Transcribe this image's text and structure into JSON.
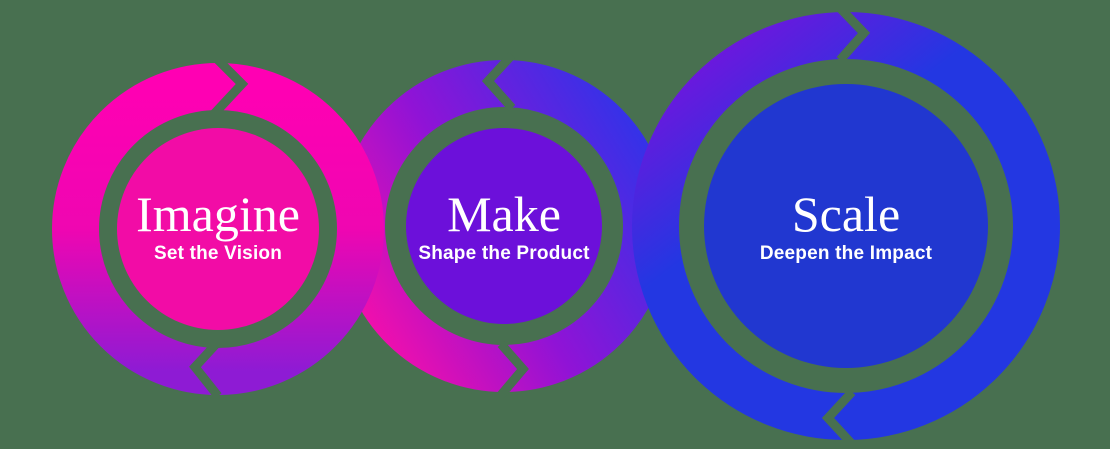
{
  "diagram": {
    "name": "Imagine Make Scale process cycle diagram",
    "background_color": "#487050",
    "text_color": "#FFFFFF",
    "stages": [
      {
        "title": "Imagine",
        "subtitle": "Set the Vision",
        "inner_color": "#F20CA6",
        "gradient": {
          "start": "#FF00B3",
          "mid": "#EF06B1",
          "end": "#8E1BD4"
        },
        "flow": "clockwise"
      },
      {
        "title": "Make",
        "subtitle": "Shape the Product",
        "inner_color": "#6C10DA",
        "gradient": {
          "start": "#F00FAD",
          "mid": "#9013D6",
          "end": "#3432E8"
        },
        "flow": "counter-clockwise"
      },
      {
        "title": "Scale",
        "subtitle": "Deepen the Impact",
        "inner_color": "#2137D0",
        "gradient": {
          "start": "#7B11DC",
          "mid": "#2337E2",
          "end": "#2337E2"
        },
        "flow": "clockwise"
      }
    ]
  }
}
